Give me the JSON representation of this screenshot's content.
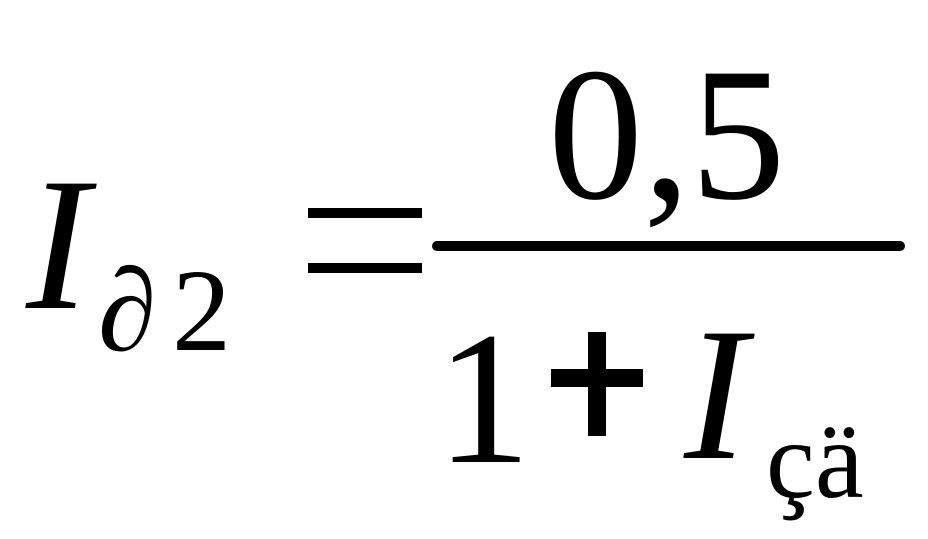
{
  "formula": {
    "lhs": {
      "variable": "I",
      "subscript_symbol": "∂",
      "subscript_number": "2"
    },
    "operator": "=",
    "fraction": {
      "numerator": "0,5",
      "denominator": {
        "constant": "1",
        "operator": "+",
        "variable": "I",
        "subscript": "çä"
      }
    }
  }
}
